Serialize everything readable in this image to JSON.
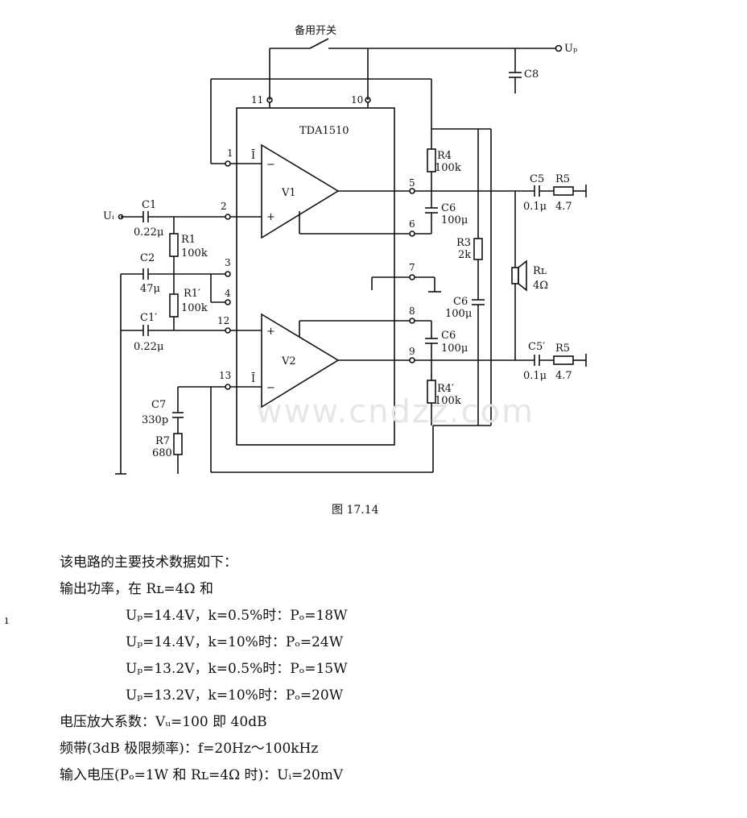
{
  "diagram": {
    "switch_label": "备用开关",
    "supply_label": "Uₚ",
    "chip_label": "TDA1510",
    "amp1": "V1",
    "amp2": "V2",
    "minus_sym": "Ī",
    "input_label": "Uᵢ",
    "pins": {
      "p1": "1",
      "p2": "2",
      "p3": "3",
      "p4": "4",
      "p5": "5",
      "p6": "6",
      "p7": "7",
      "p8": "8",
      "p9": "9",
      "p10": "10",
      "p11": "11",
      "p12": "12",
      "p13": "13"
    },
    "components": {
      "C8": "C8",
      "C1": "C1",
      "C1_val": "0.22μ",
      "R1": "R1",
      "R1_val": "100k",
      "C2": "C2",
      "C2_val": "47μ",
      "R1p": "R1′",
      "R1p_val": "100k",
      "C1p": "C1′",
      "C1p_val": "0.22μ",
      "C7": "C7",
      "C7_val": "330p",
      "R7": "R7",
      "R7_val": "680",
      "R4": "R4",
      "R4_val": "100k",
      "C6a": "C6",
      "C6a_val": "100μ",
      "R3": "R3",
      "R3_val": "2k",
      "C6b": "C6",
      "C6b_val": "100μ",
      "C6c": "C6",
      "C6c_val": "100μ",
      "R4p": "R4′",
      "R4p_val": "100k",
      "C5": "C5",
      "C5_val": "0.1μ",
      "R5": "R5",
      "R5_val": "4.7",
      "RL": "Rʟ",
      "RL_val": "4Ω",
      "C5p": "C5′",
      "C5p_val": "0.1μ",
      "R5b": "R5",
      "R5b_val": "4.7"
    }
  },
  "watermark": "www.cndzz.com",
  "caption": "图 17.14",
  "stray_mark": "ı",
  "specs": {
    "intro": "该电路的主要技术数据如下：",
    "output_power": "输出功率，在 Rʟ=4Ω 和",
    "rows": [
      "Uₚ=14.4V，k=0.5%时：Pₒ=18W",
      "Uₚ=14.4V，k=10%时：Pₒ=24W",
      "Uₚ=13.2V，k=0.5%时：Pₒ=15W",
      "Uₚ=13.2V，k=10%时：Pₒ=20W"
    ],
    "gain": "电压放大系数：Vᵤ=100 即 40dB",
    "bandwidth": "频带(3dB 极限频率)：f=20Hz～100kHz",
    "input_voltage": "输入电压(Pₒ=1W 和 Rʟ=4Ω 时)：Uᵢ=20mV"
  }
}
